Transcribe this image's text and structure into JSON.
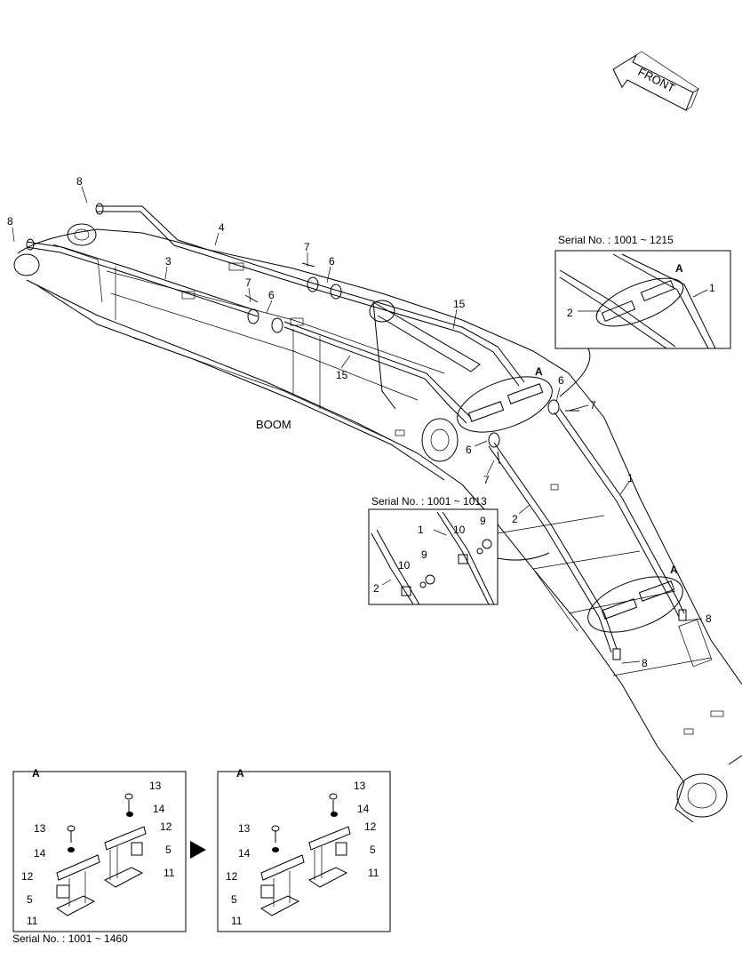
{
  "front_label": "FRONT",
  "boom_label": "BOOM",
  "callouts": {
    "c8_top": "8",
    "c8_left": "8",
    "c4": "4",
    "c3": "3",
    "c7_a": "7",
    "c6_a": "6",
    "c7_b": "7",
    "c6_b": "6",
    "c15_a": "15",
    "c15_b": "15",
    "cA_main": "A",
    "c6_c": "6",
    "c7_c": "7",
    "c6_d": "6",
    "c7_d": "7",
    "c1_main": "1",
    "c2_main": "2",
    "cA_lower": "A",
    "c8_r": "8",
    "c8_b": "8"
  },
  "inset_1215": {
    "serial": "Serial No. : 1001 ~ 1215",
    "a": "A",
    "n1": "1",
    "n2": "2"
  },
  "inset_1013": {
    "serial": "Serial No. : 1001 ~ 1013",
    "n1": "1",
    "n2": "2",
    "n9a": "9",
    "n9b": "9",
    "n10a": "10",
    "n10b": "10"
  },
  "detail_left": {
    "title": "A",
    "serial": "Serial No. : 1001 ~ 1460",
    "labels": [
      "13",
      "14",
      "12",
      "5",
      "11",
      "13",
      "14",
      "12",
      "5",
      "11"
    ]
  },
  "detail_right": {
    "title": "A",
    "labels": [
      "13",
      "14",
      "12",
      "5",
      "11",
      "13",
      "14",
      "12",
      "5",
      "11"
    ]
  }
}
